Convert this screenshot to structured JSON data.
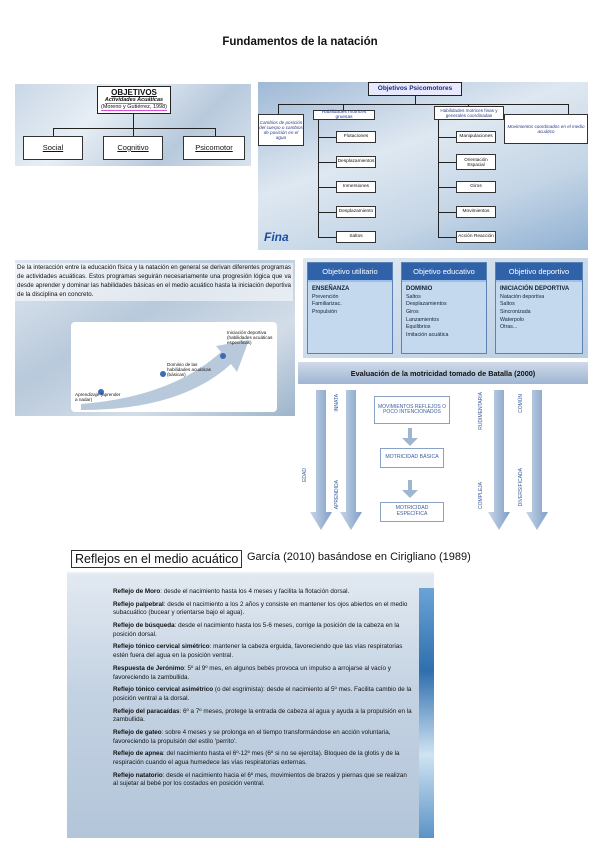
{
  "page_title": "Fundamentos de la natación",
  "p1": {
    "title": "OBJETIVOS",
    "sub1": "Actividades Acuáticas",
    "sub2": "(Moreno y Gutiérrez, 1998)",
    "boxes": [
      "Social",
      "Cognitivo",
      "Psicomotor"
    ]
  },
  "p2": {
    "title": "Objetivos Psicomotores",
    "left_note": "Cambios de posición del cuerpo o cambios de posición en el agua",
    "col1_head": "Habilidades motrices gruesas",
    "col1": [
      "Flotaciones",
      "Desplazamientos",
      "Inmersiones",
      "Desplazamiento",
      "Saltos"
    ],
    "col2_head": "Habilidades motrices finas y generales coordinadas",
    "col2": [
      "Manipulaciones",
      "Orientación Espacial",
      "Giros",
      "Movimientos",
      "Acción Reacción"
    ],
    "right_note": "Movimientos coordinados en el medio acuático",
    "logo": "Fina"
  },
  "p3": {
    "text": "De la interacción entre la educación física y la natación en general se derivan diferentes programas de actividades acuáticas. Estos programas seguirán necesariamente una progresión lógica que va desde aprender y dominar las habilidades básicas en el medio acuático hasta la iniciación deportiva de la disciplina en concreto.",
    "steps": [
      "Aprendizaje (aprender a nadar)",
      "Dominio de las habilidades acuáticas (básicas)",
      "Iniciación deportiva (habilidades acuáticas específicas)"
    ]
  },
  "p4": {
    "cards": [
      {
        "title": "Objetivo utilitario",
        "head": "ENSEÑANZA",
        "items": [
          "Prevención",
          "Familiarizac.",
          "Propulsión"
        ]
      },
      {
        "title": "Objetivo educativo",
        "head": "DOMINIO",
        "items": [
          "Saltos",
          "Desplazamientos",
          "Giros",
          "Lanzamientos",
          "Equilibrios",
          "Imitación acuática"
        ]
      },
      {
        "title": "Objetivo deportivo",
        "head": "INICIACIÓN DEPORTIVA",
        "items": [
          "Natación deportiva",
          "Saltos",
          "Sincronizada",
          "Waterpolo",
          "Otras..."
        ]
      }
    ]
  },
  "p5": {
    "title": "Evaluación de la motricidad tomado de Batalla (2000)",
    "left": [
      "EDAD",
      "INNATA",
      "APRENDIDA"
    ],
    "center": [
      "MOVIMIENTOS REFLEJOS O POCO INTENCIONADOS",
      "MOTRICIDAD BÁSICA",
      "MOTRICIDAD ESPECÍFICA"
    ],
    "right": [
      "RUDIMENTARIA",
      "COMÚN",
      "COMPLEJA",
      "DIVERSIFICADA"
    ]
  },
  "p6": {
    "title": "Reflejos en el medio acuático",
    "subtitle": "García (2010) basándose en Cirigliano (1989)",
    "items": [
      {
        "name": "Reflejo de Moro",
        "text": ": desde el nacimiento hasta los 4 meses y facilita la flotación dorsal."
      },
      {
        "name": "Reflejo palpebral",
        "text": ": desde el nacimiento a los 2 años y consiste en mantener los ojos abiertos en el medio subacuático (bucear y orientarse bajo el agua)."
      },
      {
        "name": "Reflejo de búsqueda",
        "text": ": desde el nacimiento hasta los 5-6 meses, corrige la posición de la cabeza en la posición dorsal."
      },
      {
        "name": "Reflejo tónico cervical simétrico",
        "text": ": mantener la cabeza erguida, favoreciendo que las vías respiratorias estén fuera del agua en la posición ventral."
      },
      {
        "name": "Respuesta de Jerónimo",
        "text": ": 5º al 9º mes, en algunos bebés provoca un impulso a arrojarse al vacío y favoreciendo la zambullida."
      },
      {
        "name": "Reflejo tónico cervical asimétrico",
        "text": " (o del esgrimista): desde el nacimiento al 5º mes. Facilita cambio de la posición ventral a la dorsal."
      },
      {
        "name": "Reflejo del paracaídas",
        "text": ": 6º a 7º meses, protege la entrada de cabeza al agua y ayuda a la propulsión en la zambullida."
      },
      {
        "name": "Reflejo de gateo",
        "text": ": sobre 4 meses y se prolonga en el tiempo transformándose en acción voluntaria, favoreciendo la propulsión del estilo 'perrito'."
      },
      {
        "name": "Reflejo de apnea",
        "text": ": del nacimiento hasta el 6º-12º mes (6º si no se ejercita). Bloqueo de la glotis y de la respiración cuando el agua humedece las vías respiratorias externas."
      },
      {
        "name": "Reflejo natatorio",
        "text": ": desde el nacimiento hacia el 6º mes, movimientos de brazos y piernas que se realizan al sujetar al bebé por los costados en posición ventral."
      }
    ]
  }
}
